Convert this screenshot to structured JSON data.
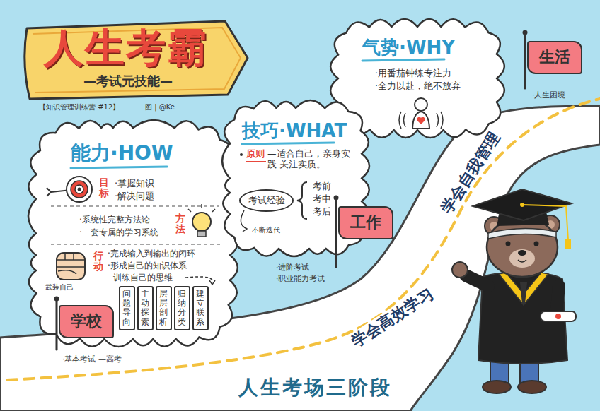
{
  "diagram": {
    "title": "人生考霸",
    "caption": "人生考场三阶段",
    "nodes": [
      {
        "text": [
          "能力·HOW"
        ]
      },
      {
        "text": [
          "问题导向"
        ],
        "in": 0
      },
      {
        "text": [
          "主动探索"
        ],
        "in": 0
      },
      {
        "text": [
          "层层剖析"
        ],
        "in": 0
      },
      {
        "text": [
          "归纳分类"
        ],
        "in": 0
      },
      {
        "text": [
          "建立联系"
        ],
        "in": 0
      },
      {
        "text": [
          "技巧·WHAT"
        ]
      },
      {
        "text": [
          "考试经验"
        ],
        "in": 6
      },
      {
        "text": [
          "气势·WHY"
        ]
      },
      {
        "text": [
          "学校"
        ]
      },
      {
        "text": [
          "工作"
        ]
      },
      {
        "text": [
          "生活"
        ]
      }
    ],
    "labels": [
      "—考试元技能—",
      "【知识管理训练营 #12】",
      "图 | @Ke",
      "目标",
      "·掌握知识",
      "·解决问题",
      "·系统性完整方法论",
      "·一套专属的学习系统",
      "方法",
      "行动",
      "武装自己",
      "·完成输入到输出的闭环",
      "·形成自己的知识体系",
      "训练自己的思维",
      "原则",
      "—适合自己，亲身实践 关注实质。",
      "考前",
      "考中",
      "考后",
      "不断迭代",
      "·用番茄钟练专注力",
      "·全力以赴，绝不放弃",
      "·基本考试 —高考",
      "·进阶考试",
      "·职业能力考试",
      "·人生困境",
      "学会高效学习",
      "学会自我管理"
    ]
  }
}
